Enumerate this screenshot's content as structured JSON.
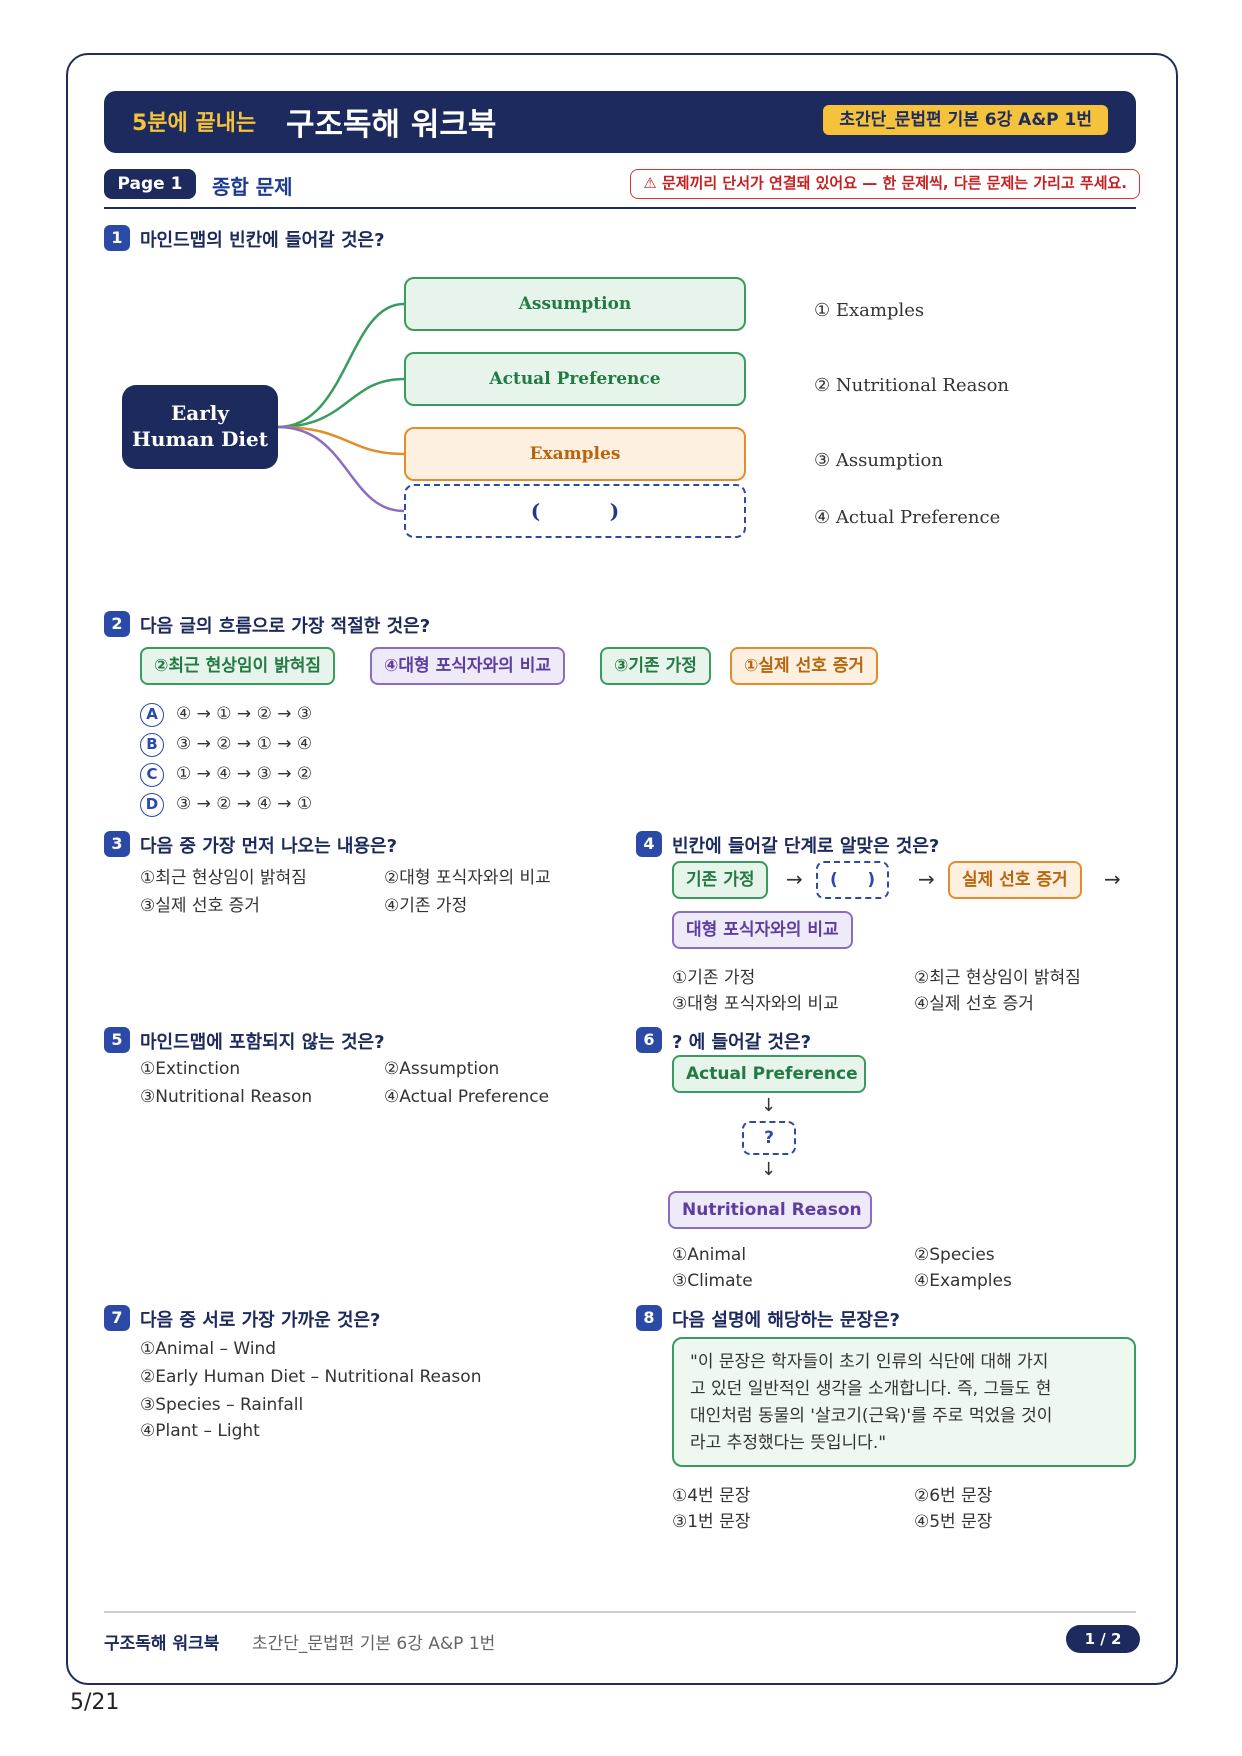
{
  "header": {
    "subtitle": "5분에 끝내는",
    "title": "구조독해 워크북",
    "badge": "초간단_문법편 기본 6강 A&P 1번"
  },
  "page_tag": "Page 1",
  "section": "종합 문제",
  "warning": "⚠ 문제끼리 단서가 연결돼 있어요 — 한 문제씩, 다른 문제는 가리고 푸세요.",
  "q1": {
    "num": "1",
    "title": "마인드맵의 빈칸에 들어갈 것은?",
    "root": [
      "Early",
      "Human Diet"
    ],
    "nodes": [
      "Assumption",
      "Actual Preference",
      "Examples",
      "(          )"
    ],
    "options": [
      "① Examples",
      "② Nutritional Reason",
      "③ Assumption",
      "④ Actual Preference"
    ]
  },
  "q2": {
    "num": "2",
    "title": "다음 글의 흐름으로 가장 적절한 것은?",
    "chips": [
      "②최근 현상임이 밝혀짐",
      "④대형 포식자와의 비교",
      "③기존 가정",
      "①실제 선호 증거"
    ],
    "letters": [
      "A",
      "B",
      "C",
      "D"
    ],
    "sequences": [
      "④ → ① → ② → ③",
      "③ → ② → ① → ④",
      "① → ④ → ③ → ②",
      "③ → ② → ④ → ①"
    ]
  },
  "q3": {
    "num": "3",
    "title": "다음 중 가장 먼저 나오는 내용은?",
    "options": [
      "①최근 현상임이 밝혀짐",
      "②대형 포식자와의 비교",
      "③실제 선호 증거",
      "④기존 가정"
    ]
  },
  "q4": {
    "num": "4",
    "title": "빈칸에 들어갈 단계로 알맞은 것은?",
    "flow": [
      "기존 가정",
      "(     )",
      "실제 선호 증거",
      "대형 포식자와의 비교"
    ],
    "arrow": "→",
    "options": [
      "①기존 가정",
      "②최근 현상임이 밝혀짐",
      "③대형 포식자와의 비교",
      "④실제 선호 증거"
    ]
  },
  "q5": {
    "num": "5",
    "title": "마인드맵에 포함되지 않는 것은?",
    "options": [
      "①Extinction",
      "②Assumption",
      "③Nutritional Reason",
      "④Actual Preference"
    ]
  },
  "q6": {
    "num": "6",
    "title": "? 에 들어갈 것은?",
    "top": "Actual Preference",
    "mid": "?",
    "bottom": "Nutritional Reason",
    "down_arrow": "↓",
    "options": [
      "①Animal",
      "②Species",
      "③Climate",
      "④Examples"
    ]
  },
  "q7": {
    "num": "7",
    "title": "다음 중 서로 가장 가까운 것은?",
    "options": [
      "①Animal – Wind",
      "②Early Human Diet – Nutritional Reason",
      "③Species – Rainfall",
      "④Plant – Light"
    ]
  },
  "q8": {
    "num": "8",
    "title": "다음 설명에 해당하는 문장은?",
    "quote_lines": [
      "\"이 문장은 학자들이 초기 인류의 식단에 대해 가지",
      "고 있던 일반적인 생각을 소개합니다. 즉, 그들도 현",
      "대인처럼 동물의 '살코기(근육)'를 주로 먹었을 것이",
      "라고 추정했다는 뜻입니다.\""
    ],
    "options": [
      "①4번 문장",
      "②6번 문장",
      "③1번 문장",
      "④5번 문장"
    ]
  },
  "footer": {
    "left": "구조독해 워크북",
    "middle": "초간단_문법편 기본 6강 A&P 1번",
    "page": "1 / 2"
  },
  "page_number": "5/21",
  "colors": {
    "navy": "#1c2a5e",
    "yellow": "#f5c33b",
    "green": "#3a9b5e",
    "orange": "#e08e2c",
    "purple": "#8a6cc4"
  }
}
